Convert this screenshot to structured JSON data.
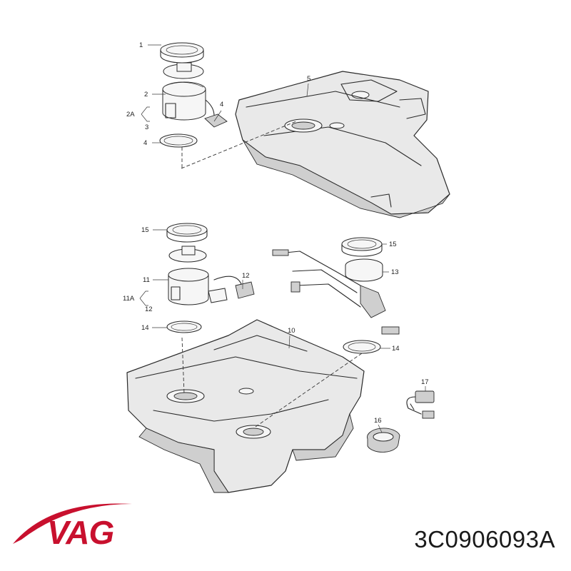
{
  "brand": {
    "logo_text": "VAG",
    "logo_color": "#c8102e"
  },
  "part_number": "3C0906093A",
  "callouts": [
    "1",
    "2",
    "2A",
    "3",
    "4",
    "4",
    "5",
    "10",
    "11",
    "11A",
    "12",
    "12",
    "13",
    "14",
    "14",
    "15",
    "15",
    "16",
    "17"
  ]
}
